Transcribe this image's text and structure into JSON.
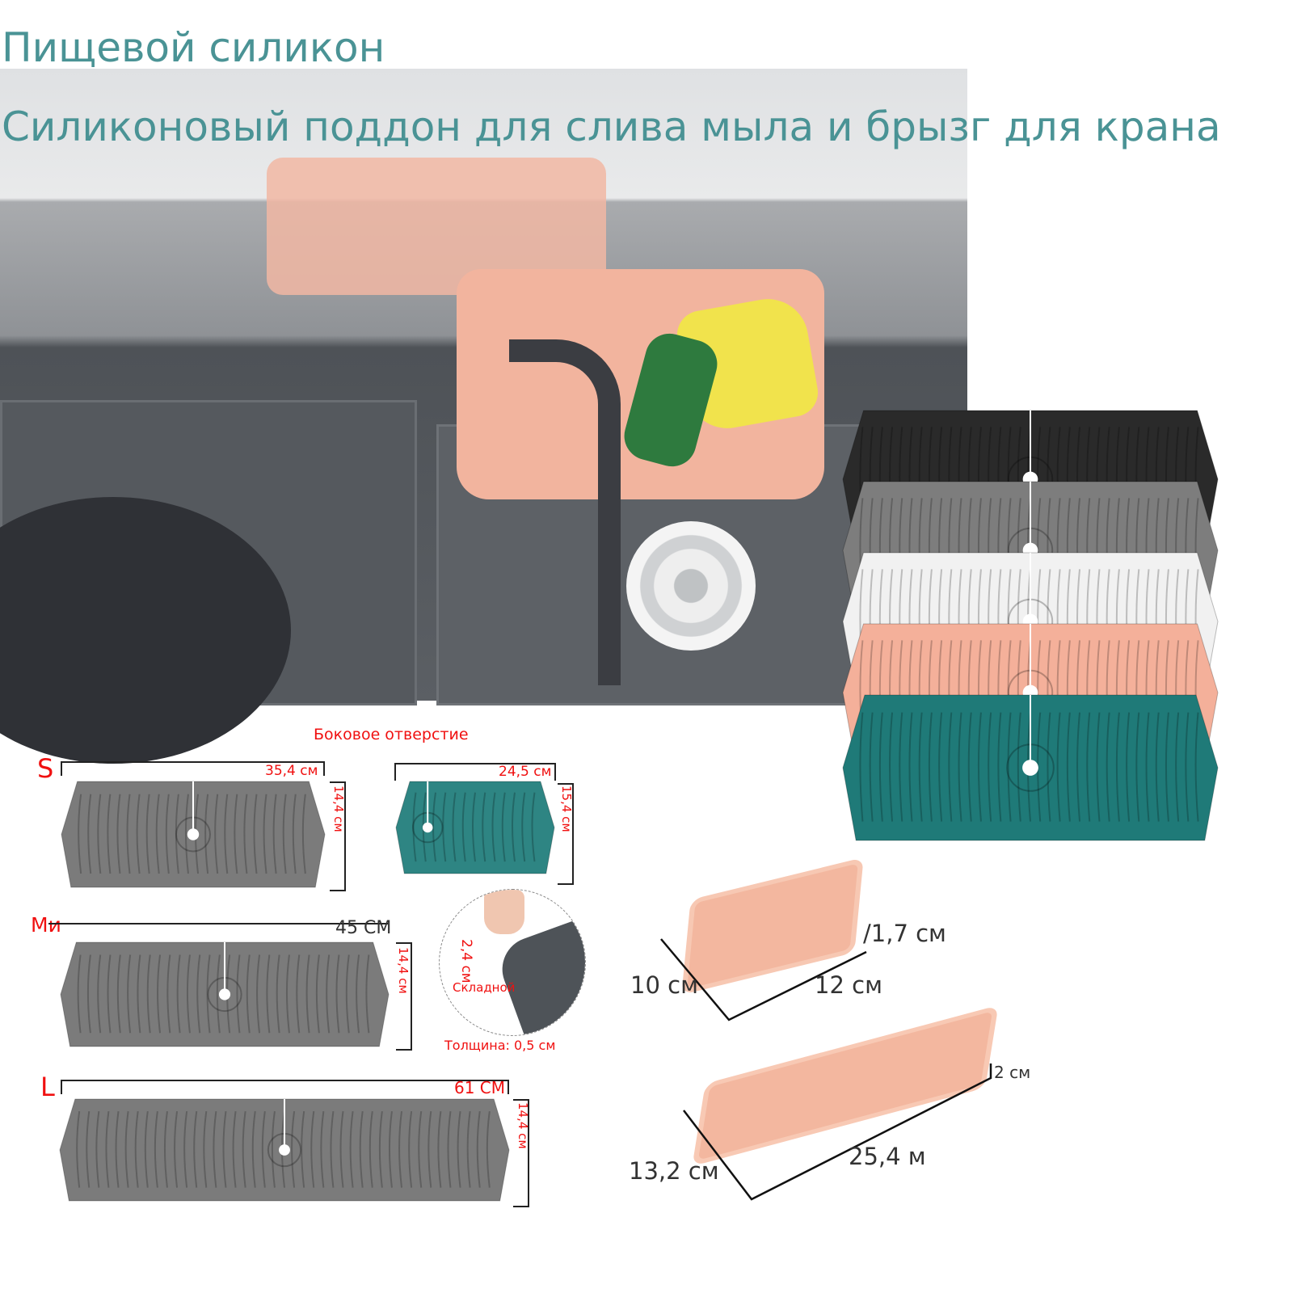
{
  "header": {
    "title_line1": "Пищевой силикон",
    "title_line2": "Силиконовый поддон для слива мыла и брызг для крана"
  },
  "colors": {
    "title": "#4a9395",
    "label_red": "#f01010",
    "mat_black": "#2a2a2a",
    "mat_gray": "#7d7d7d",
    "mat_white": "#f1f1f1",
    "mat_pink": "#f4b09a",
    "mat_teal": "#1f7a78"
  },
  "sizes": {
    "side_hole_label": "Боковое отверстие",
    "small": {
      "letter": "S",
      "width": "35,4 см",
      "height": "14,4 см"
    },
    "side_hole": {
      "width": "24,5 см",
      "height": "15,4 см"
    },
    "medium": {
      "letter": "Ми",
      "width": "45 СМ",
      "height": "14,4 см"
    },
    "fold": {
      "height": "2,4 см",
      "label": "Складной",
      "thickness": "Толщина: 0,5 см"
    },
    "large": {
      "letter": "L",
      "width": "61 СМ",
      "height": "14,4 см"
    }
  },
  "soap_trays": {
    "small": {
      "depth": "/1,7 см",
      "length": "10 см",
      "width": "12 см"
    },
    "large": {
      "depth": "2 см",
      "length": "13,2 см",
      "width": "25,4 м"
    }
  }
}
